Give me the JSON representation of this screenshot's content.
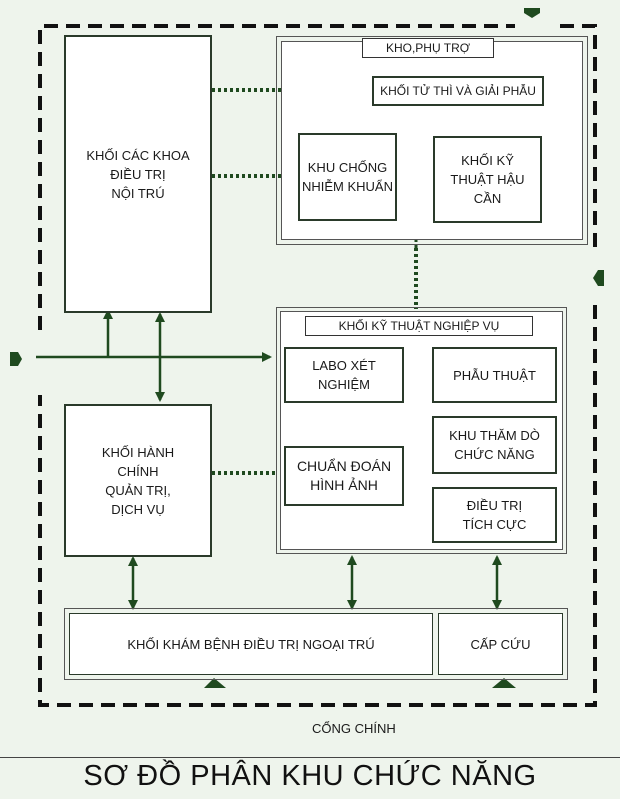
{
  "title": "SƠ ĐỒ PHÂN KHU CHỨC NĂNG",
  "gate_label": "CỔNG CHÍNH",
  "blocks": {
    "inpatient": "KHỐI CÁC KHOA\nĐIỀU TRỊ\nNỘI TRÚ",
    "admin": "KHỐI HÀNH\nCHÍNH\nQUẢN TRỊ,\nDỊCH VỤ",
    "outpatient": "KHỐI KHÁM BỆNH ĐIỀU TRỊ NGOẠI TRÚ",
    "emergency": "CẤP CỨU"
  },
  "support_group": {
    "title": "KHO,PHỤ TRỢ",
    "morgue": "KHỐI TỬ THÌ VÀ GIẢI PHẪU",
    "infection_control": "KHU CHỐNG\nNHIỄM KHUẨN",
    "logistics": "KHỐI KỸ\nTHUẬT HẬU\nCẦN"
  },
  "technical_group": {
    "title": "KHỐI KỸ THUẬT NGHIỆP VỤ",
    "lab": "LABO XÉT\nNGHIỆM",
    "surgery": "PHẪU THUẬT",
    "imaging": "CHUẨN ĐOÁN\nHÌNH ẢNH",
    "functional_exam": "KHU THĂM DÒ\nCHỨC NĂNG",
    "icu": "ĐIỀU TRỊ\nTÍCH CỰC"
  },
  "colors": {
    "background": "#eef4ec",
    "arrow": "#1f4a1f",
    "boundary": "#111111",
    "box_border": "#2a3a2a"
  }
}
